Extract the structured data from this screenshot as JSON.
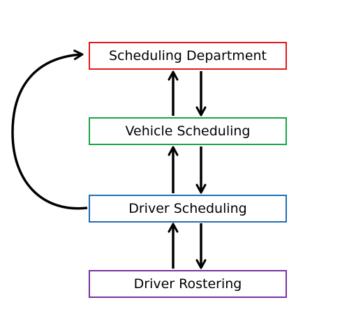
{
  "nodes": [
    {
      "id": "scheduling-department",
      "label": "Scheduling Department",
      "color": "#e0191b"
    },
    {
      "id": "vehicle-scheduling",
      "label": "Vehicle Scheduling",
      "color": "#1aa347"
    },
    {
      "id": "driver-scheduling",
      "label": "Driver Scheduling",
      "color": "#1f6db5"
    },
    {
      "id": "driver-rostering",
      "label": "Driver Rostering",
      "color": "#7433a0"
    }
  ],
  "edges": [
    {
      "from": "vehicle-scheduling",
      "to": "scheduling-department"
    },
    {
      "from": "scheduling-department",
      "to": "vehicle-scheduling"
    },
    {
      "from": "driver-scheduling",
      "to": "vehicle-scheduling"
    },
    {
      "from": "vehicle-scheduling",
      "to": "driver-scheduling"
    },
    {
      "from": "driver-rostering",
      "to": "driver-scheduling"
    },
    {
      "from": "driver-scheduling",
      "to": "driver-rostering"
    },
    {
      "from": "driver-scheduling",
      "to": "scheduling-department",
      "style": "curved"
    }
  ],
  "colors": {
    "arrow": "#000000",
    "background": "#ffffff"
  }
}
